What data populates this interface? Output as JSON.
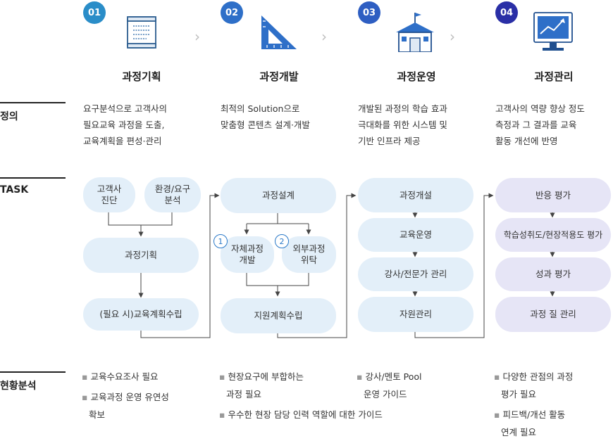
{
  "stages": [
    {
      "num": "01",
      "title": "과정기획",
      "icon": "document-scroll-icon",
      "color": "#2a8dc8"
    },
    {
      "num": "02",
      "title": "과정개발",
      "icon": "triangle-ruler-icon",
      "color": "#2e6fc8"
    },
    {
      "num": "03",
      "title": "과정운영",
      "icon": "school-building-icon",
      "color": "#2e5ec2"
    },
    {
      "num": "04",
      "title": "과정관리",
      "icon": "monitor-chart-icon",
      "color": "#2a2fa6"
    }
  ],
  "rows": {
    "definition": "정의",
    "task": "TASK",
    "analysis": "현황분석"
  },
  "definitions": [
    [
      "요구분석으로 고객사의",
      "필요교육 과정을 도출,",
      "교육계획을 편성·관리"
    ],
    [
      "최적의 Solution으로",
      "맞춤형 콘텐츠 설계·개발"
    ],
    [
      "개발된 과정의 학습 효과",
      "극대화를 위한 시스템 및",
      "기반 인프라 제공"
    ],
    [
      "고객사의 역량 향상 정도",
      "측정과 그 결과를 교육",
      "활동 개선에 반영"
    ]
  ],
  "tasks": {
    "plan": {
      "a": "고객사\n진단",
      "b": "환경/요구\n분석",
      "c": "과정기획",
      "d": "(필요 시)교육계획수립"
    },
    "dev": {
      "a": "과정설계",
      "b": "자체과정\n개발",
      "b_num": "1",
      "c": "외부과정\n위탁",
      "c_num": "2",
      "d": "지원계획수립"
    },
    "ops": [
      "과정개설",
      "교육운영",
      "강사/전문가 관리",
      "자원관리"
    ],
    "mgmt": [
      "반응 평가",
      "학습성취도/현장적용도 평가",
      "성과 평가",
      "과정 질 관리"
    ]
  },
  "analysis": [
    [
      [
        "교육수요조사 필요"
      ],
      [
        "교육과정 운영 유연성",
        "확보"
      ]
    ],
    [
      [
        "현장요구에 부합하는",
        "과정 필요"
      ],
      [
        "우수한 현장 담당 인력 역할에 대한 가이드"
      ]
    ],
    [
      [
        "강사/멘토 Pool",
        "운영 가이드"
      ]
    ],
    [
      [
        "다양한 관점의 과정",
        "평가 필요"
      ],
      [
        "피드백/개선 활동",
        "연계 필요"
      ]
    ]
  ],
  "colors": {
    "pill_blue": "#e3eff9",
    "pill_purple": "#e6e5f6",
    "line": "#444444",
    "chevron": "#bdbdbd"
  }
}
